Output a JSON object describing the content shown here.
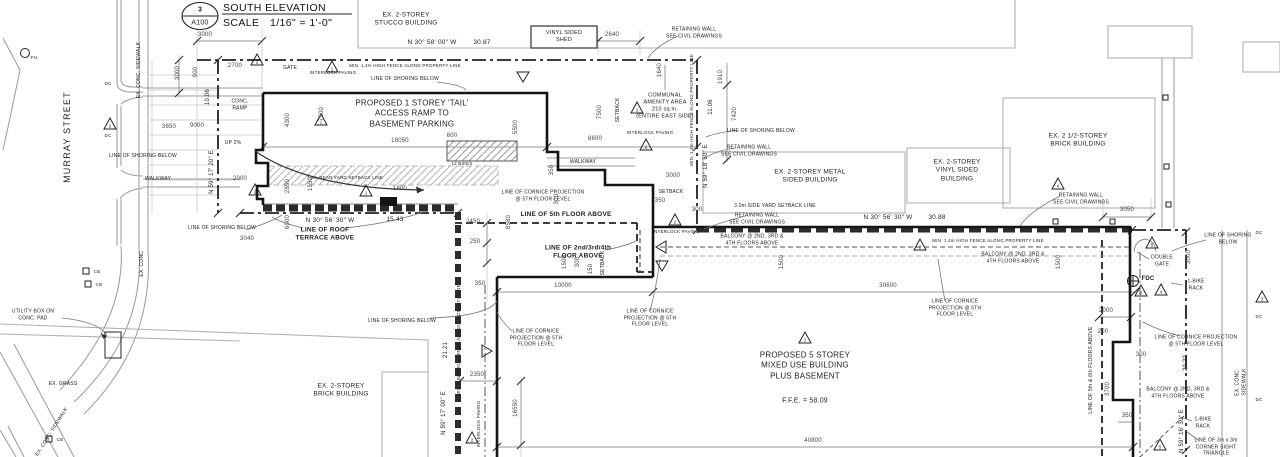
{
  "title_block": {
    "detail_no": "3",
    "sheet_no": "A100",
    "title": "SOUTH ELEVATION",
    "scale_label": "SCALE",
    "scale_value": "1/16\" = 1'-0\""
  },
  "street": {
    "name": "MURRAY STREET"
  },
  "buildings": {
    "stucco": "EX. 2-STOREY\nSTUCCO BUILDING",
    "shed": "VINYL SIDED\nSHED",
    "metal": "EX. 2-STOREY METAL\nSIDED BUILDING",
    "vinyl": "EX. 2-STOREY\nVINYL SIDED\nBUILDING",
    "brick_2h": "EX. 2 1/2-STOREY\nBRICK BUILDING",
    "brick_sw": "EX. 2-STOREY\nBRICK BUILDING"
  },
  "proposed": {
    "tail": "PROPOSED 1 STOREY 'TAIL'\nACCESS RAMP TO\nBASEMENT PARKING",
    "main": "PROPOSED 5 STOREY\nMIXED USE BUILDING\nPLUS BASEMENT",
    "ffe": "F.F.E. = 58.09",
    "amenity": "COMMUNAL\nAMENITY AREA\n210 sq.m.\n(ENTIRE EAST SIDE)"
  },
  "bearings": {
    "nw_top": "N 30° 58' 00\" W",
    "nw_top_dist": "30.87",
    "nw_mid": "N 30° 56' 30\" W",
    "nw_mid_dist": "30.88",
    "nw_sw": "N 30° 56' 30\" W",
    "nw_sw_dist": "15.43",
    "ne_left": "N 59° 17' 20\" E",
    "ne_left_dist": "10.06",
    "ne_bl": "N 59° 17' 00\" E",
    "ne_bl_dist": "21.21",
    "ne_right": "N 59° 16' 30\" E",
    "ne_right_dist": "20.22",
    "ne_amenity": "N 59° 18' 50\" E",
    "ne_amenity_dist": "11.06"
  },
  "dims": {
    "3000": "3000",
    "900": "900",
    "2700": "2700",
    "9000": "9000",
    "3650": "3650",
    "2000": "2000",
    "3040": "3040",
    "4300": "4300",
    "7500": "7500",
    "18050": "18050",
    "8600": "8600",
    "600": "600",
    "5500": "5500",
    "2850": "2850",
    "6000": "6000",
    "1550": "1550",
    "1800": "1800",
    "2640": "2640",
    "1640": "1640",
    "1910": "1910",
    "7420": "7420",
    "2450": "2450",
    "250": "250",
    "350": "350",
    "300": "300",
    "150": "150",
    "1500": "1500",
    "2350": "2350",
    "16550": "16550",
    "8580": "8580",
    "10000": "10000",
    "30600": "30600",
    "40800": "40800",
    "3050": "3050",
    "200": "200",
    "3700": "3700"
  },
  "notes": {
    "retaining": "RETAINING WALL\nSEE CIVIL DRAWINGS",
    "shoring": "LINE OF SHORING BELOW",
    "cornice3": "LINE OF CORNICE\nPROJECTION @ 5TH\nFLOOR LEVEL",
    "cornice2": "LINE OF CORNICE PROJECTION\n@ 5TH FLOOR LEVEL",
    "fence14": "MIN. 1.4m HIGH FENCE ALONG PROPERTY LINE",
    "fence18": "MIN. 1.8m HIGH FENCE ALONG PROPERTY LINE",
    "sideyard": "3.0m SIDE YARD SETBACK LINE",
    "rearyard": "7.5m REAR YARD SETBACK LINE",
    "floor5": "LINE OF 5th FLOOR ABOVE",
    "floor234": "LINE OF 2nd/3rd/4th\nFLOOR ABOVE",
    "floor56": "LINE OF 5th & 6th FLOORS ABOVE",
    "roof_terrace": "LINE OF ROOF\nTERRACE ABOVE",
    "balcony": "BALCONY @ 2ND, 3RD &\n4TH FLOORS ABOVE",
    "walkway": "WALKWAY",
    "conc_ramp": "CONC.\nRAMP",
    "up2": "UP 2%",
    "gate": "GATE",
    "double_gate": "DOUBLE\nGATE",
    "fdc": "FDC",
    "bike_rack": "1-BIKE\nRACK",
    "sight": "LINE OF 3m x 3m\nCORNER SIGHT\nTRIANGLE",
    "interlock": "INTERLOCK PAVING",
    "setback": "SETBACK",
    "bikes": "12 BIKES",
    "sidewalk": "EX. CONC. SIDEWALK",
    "ex_conc": "EX. CONC.",
    "grass": "EX. GRASS",
    "utility": "UTILITY BOX ON\nCONC. PAD",
    "dc": "DC",
    "cb": "CB",
    "fh": "FH"
  },
  "keynotes": {
    "k1": "1",
    "k2": "2",
    "k3": "3",
    "k4": "4",
    "k5": "5"
  }
}
